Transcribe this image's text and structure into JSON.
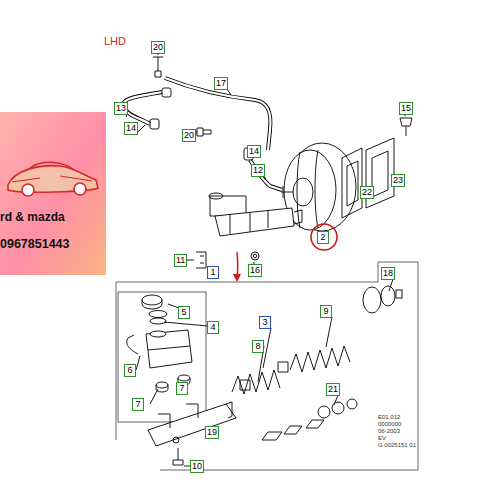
{
  "diagram": {
    "nodes": [
      {
        "text": [
          "rd & mazda",
          "0967851443"
        ]
      }
    ],
    "labels": [
      "LHD",
      "20",
      "17",
      "13",
      "14",
      "20",
      "14",
      "12",
      "15",
      "22",
      "23",
      "2",
      "11",
      "16",
      "1",
      "18",
      "5",
      "4",
      "3",
      "9",
      "8",
      "6",
      "7",
      "7",
      "19",
      "21",
      "10",
      "E01.012",
      "0000000",
      "06-2003",
      "EV",
      "G 0025151 01"
    ]
  }
}
